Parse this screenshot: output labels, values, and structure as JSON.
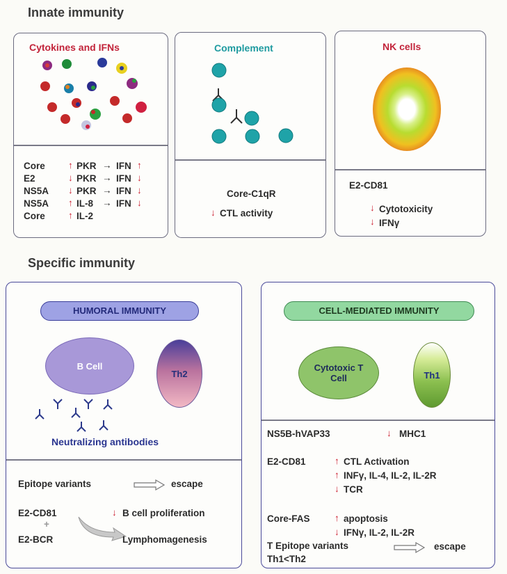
{
  "innate": {
    "title": "Innate immunity",
    "cytokines": {
      "title": "Cytokines and IFNs",
      "rows": [
        {
          "left": "Core",
          "mid": "PKR",
          "right": "IFN"
        },
        {
          "left": "E2",
          "mid": "PKR",
          "right": "IFN"
        },
        {
          "left": "NS5A",
          "mid": "PKR",
          "right": "IFN"
        },
        {
          "left": "NS5A",
          "mid": "IL-8",
          "right": "IFN"
        },
        {
          "left": "Core",
          "mid": "IL-2",
          "right": ""
        }
      ],
      "arrow": "→",
      "up_glyph": "↑",
      "down_glyph": "↓"
    },
    "complement": {
      "title": "Complement",
      "line1": "Core-C1qR",
      "line2": "CTL activity"
    },
    "nk": {
      "title": "NK cells",
      "line1": "E2-CD81",
      "line2": "Cytotoxicity",
      "line3": "IFNγ"
    }
  },
  "specific": {
    "title": "Specific immunity",
    "humoral": {
      "title": "HUMORAL IMMUNITY",
      "bcell": "B Cell",
      "th2": "Th2",
      "antibodies": "Neutralizing antibodies",
      "epitope": "Epitope variants",
      "escape": "escape",
      "e2cd81": "E2-CD81",
      "plus": "+",
      "e2bcr": "E2-BCR",
      "bprolif": "B cell proliferation",
      "lympho": "Lymphomagenesis"
    },
    "cellmed": {
      "title": "CELL-MEDIATED IMMUNITY",
      "tcell": "Cytotoxic T Cell",
      "th1": "Th1",
      "ns5b": "NS5B-hVAP33",
      "mhc1": "MHC1",
      "e2cd81": "E2-CD81",
      "ctl": "CTL Activation",
      "infg": "INFγ, IL-4, IL-2, IL-2R",
      "tcr": "TCR",
      "corefas": "Core-FAS",
      "apoptosis": "apoptosis",
      "ifng2": "IFNγ, IL-2, IL-2R",
      "tepitope": "T Epitope variants",
      "escape": "escape",
      "th1th2": "Th1<Th2"
    }
  },
  "colors": {
    "red": "#cc1f2f",
    "teal": "#1f9ba0",
    "navy": "#2b2f8f",
    "humoral_pill": "#9a9ee0",
    "cellmed_pill": "#8fd49a"
  }
}
